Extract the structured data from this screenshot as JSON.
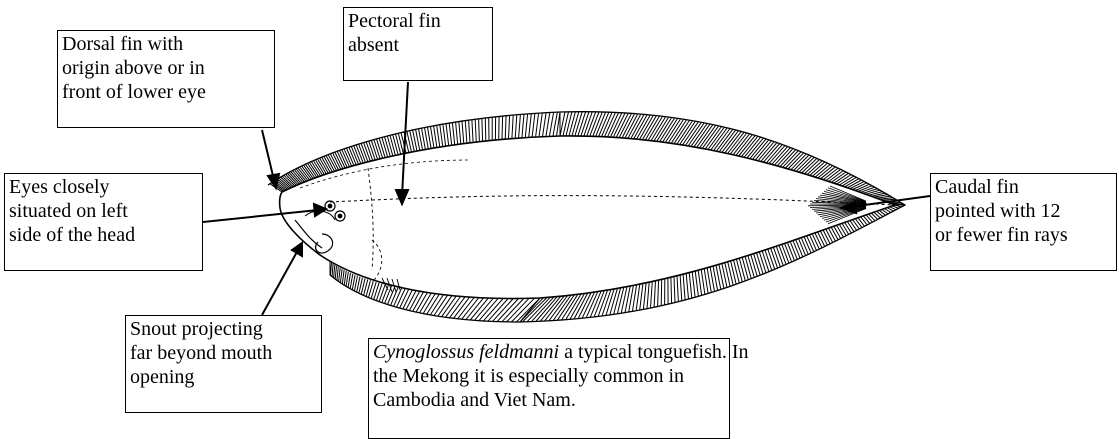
{
  "labels": {
    "dorsal": [
      "Dorsal fin with",
      "origin above or in",
      "front of lower eye"
    ],
    "pectoral": [
      "Pectoral fin",
      "absent"
    ],
    "eyes": [
      "Eyes closely",
      "situated on left",
      "side of the head"
    ],
    "snout": [
      "Snout projecting",
      "far beyond mouth",
      "opening"
    ],
    "caudal": [
      "Caudal fin",
      "pointed with 12",
      "or fewer fin rays"
    ]
  },
  "caption": {
    "species": "Cynoglossus feldmanni",
    "line1_rest": " a typical tonguefish. In",
    "line2": "the Mekong it is especially common in",
    "line3": "Cambodia and Viet Nam."
  },
  "colors": {
    "ink": "#000000",
    "background": "#ffffff"
  }
}
